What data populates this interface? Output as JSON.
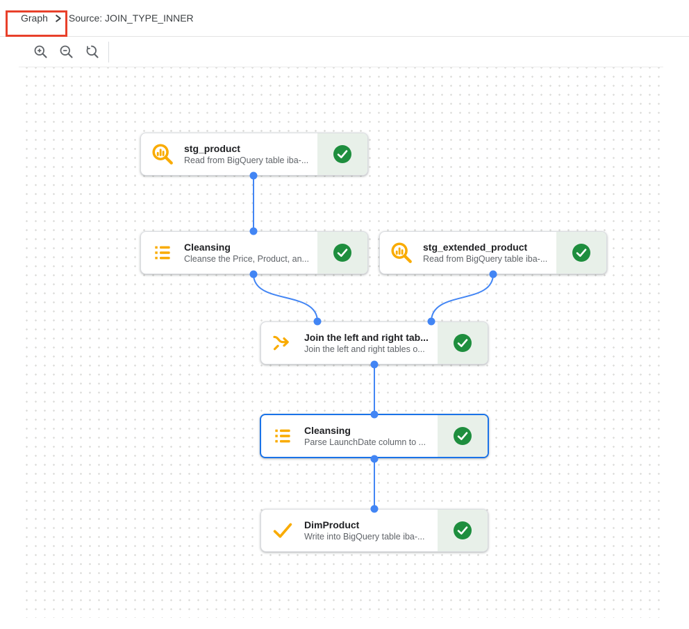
{
  "breadcrumb": {
    "graph_label": "Graph",
    "source_label": "Source: JOIN_TYPE_INNER"
  },
  "toolbar": {
    "icons": [
      {
        "name": "zoom-in-icon"
      },
      {
        "name": "zoom-out-icon"
      },
      {
        "name": "zoom-reset-icon"
      }
    ]
  },
  "annotation": {
    "type": "highlight-box",
    "around": "Graph breadcrumb",
    "color": "#e8402a"
  },
  "colors": {
    "edge_blue": "#4285f4",
    "selected_border_blue": "#1a73e8",
    "node_icon_yellow": "#f9ab00",
    "status_green": "#1e8e3e",
    "status_bg_green": "#e8f0e9",
    "annotation_red": "#e8402a",
    "title_text": "#202124",
    "subtitle_text": "#5f6368"
  },
  "graph": {
    "nodes": [
      {
        "id": "stg_product",
        "title": "stg_product",
        "subtitle": "Read from BigQuery table iba-...",
        "icon": "source-read-icon",
        "status": "success",
        "selected": false
      },
      {
        "id": "cleansing_1",
        "title": "Cleansing",
        "subtitle": "Cleanse the Price, Product, an...",
        "icon": "wrangle-list-icon",
        "status": "success",
        "selected": false
      },
      {
        "id": "stg_extended_product",
        "title": "stg_extended_product",
        "subtitle": "Read from BigQuery table iba-...",
        "icon": "source-read-icon",
        "status": "success",
        "selected": false
      },
      {
        "id": "join",
        "title": "Join the left and right tab...",
        "subtitle": "Join the left and right tables o...",
        "icon": "join-icon",
        "status": "success",
        "selected": false
      },
      {
        "id": "cleansing_2",
        "title": "Cleansing",
        "subtitle": "Parse LaunchDate column to ...",
        "icon": "wrangle-list-icon",
        "status": "success",
        "selected": true
      },
      {
        "id": "dimproduct",
        "title": "DimProduct",
        "subtitle": "Write into BigQuery table iba-...",
        "icon": "sink-write-icon",
        "status": "success",
        "selected": false
      }
    ],
    "edges": [
      {
        "from": "stg_product",
        "to": "cleansing_1"
      },
      {
        "from": "cleansing_1",
        "to": "join"
      },
      {
        "from": "stg_extended_product",
        "to": "join"
      },
      {
        "from": "join",
        "to": "cleansing_2"
      },
      {
        "from": "cleansing_2",
        "to": "dimproduct"
      }
    ]
  }
}
